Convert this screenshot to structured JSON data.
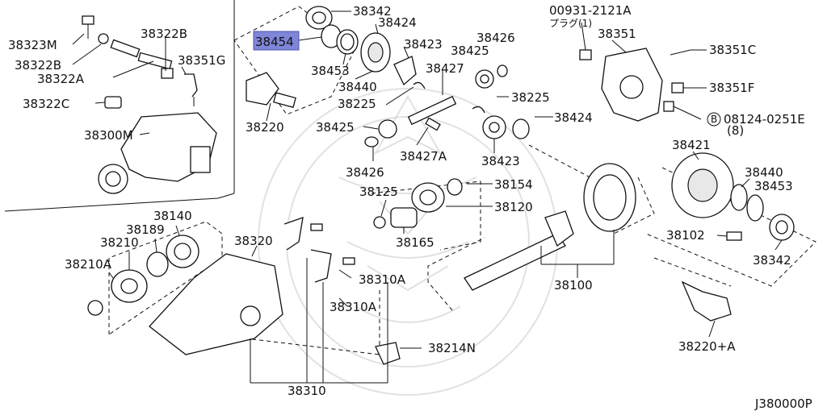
{
  "diagram": {
    "code": "J380000P",
    "highlight_color": "#7f86d8",
    "highlighted_part": "38454",
    "labels": {
      "p38323M": "38323M",
      "p38322B_top": "38322B",
      "p38322B": "38322B",
      "p38322A": "38322A",
      "p38351G": "38351G",
      "p38322C": "38322C",
      "p38300M": "38300M",
      "p38342_top": "38342",
      "p38424_top": "38424",
      "p38454": "38454",
      "p38423_top": "38423",
      "p38426_top": "38426",
      "p38425_top": "38425",
      "p38453_top": "38453",
      "p38427": "38427",
      "p38440_top": "38440",
      "p38225_a": "38225",
      "p38225_b": "38225",
      "p38220": "38220",
      "p38425_mid": "38425",
      "p38424_mid": "38424",
      "p38426_mid": "38426",
      "p38427A": "38427A",
      "p38423_mid": "38423",
      "p00931": "00931-2121A",
      "p00931_sub": "プラグ(1)",
      "p38351": "38351",
      "p38351C": "38351C",
      "p38351F": "38351F",
      "p08124": "08124-0251E",
      "p08124_b": "B",
      "p08124_sub": "(8)",
      "p38421": "38421",
      "p38440_r": "38440",
      "p38453_r": "38453",
      "p38102": "38102",
      "p38342_r": "38342",
      "p38220A": "38220+A",
      "p38125": "38125",
      "p38154": "38154",
      "p38120": "38120",
      "p38165": "38165",
      "p38140": "38140",
      "p38189": "38189",
      "p38210": "38210",
      "p38210A": "38210A",
      "p38320": "38320",
      "p38310A_1": "38310A",
      "p38310A_2": "38310A",
      "p38214N": "38214N",
      "p38100": "38100",
      "p38310": "38310"
    }
  }
}
